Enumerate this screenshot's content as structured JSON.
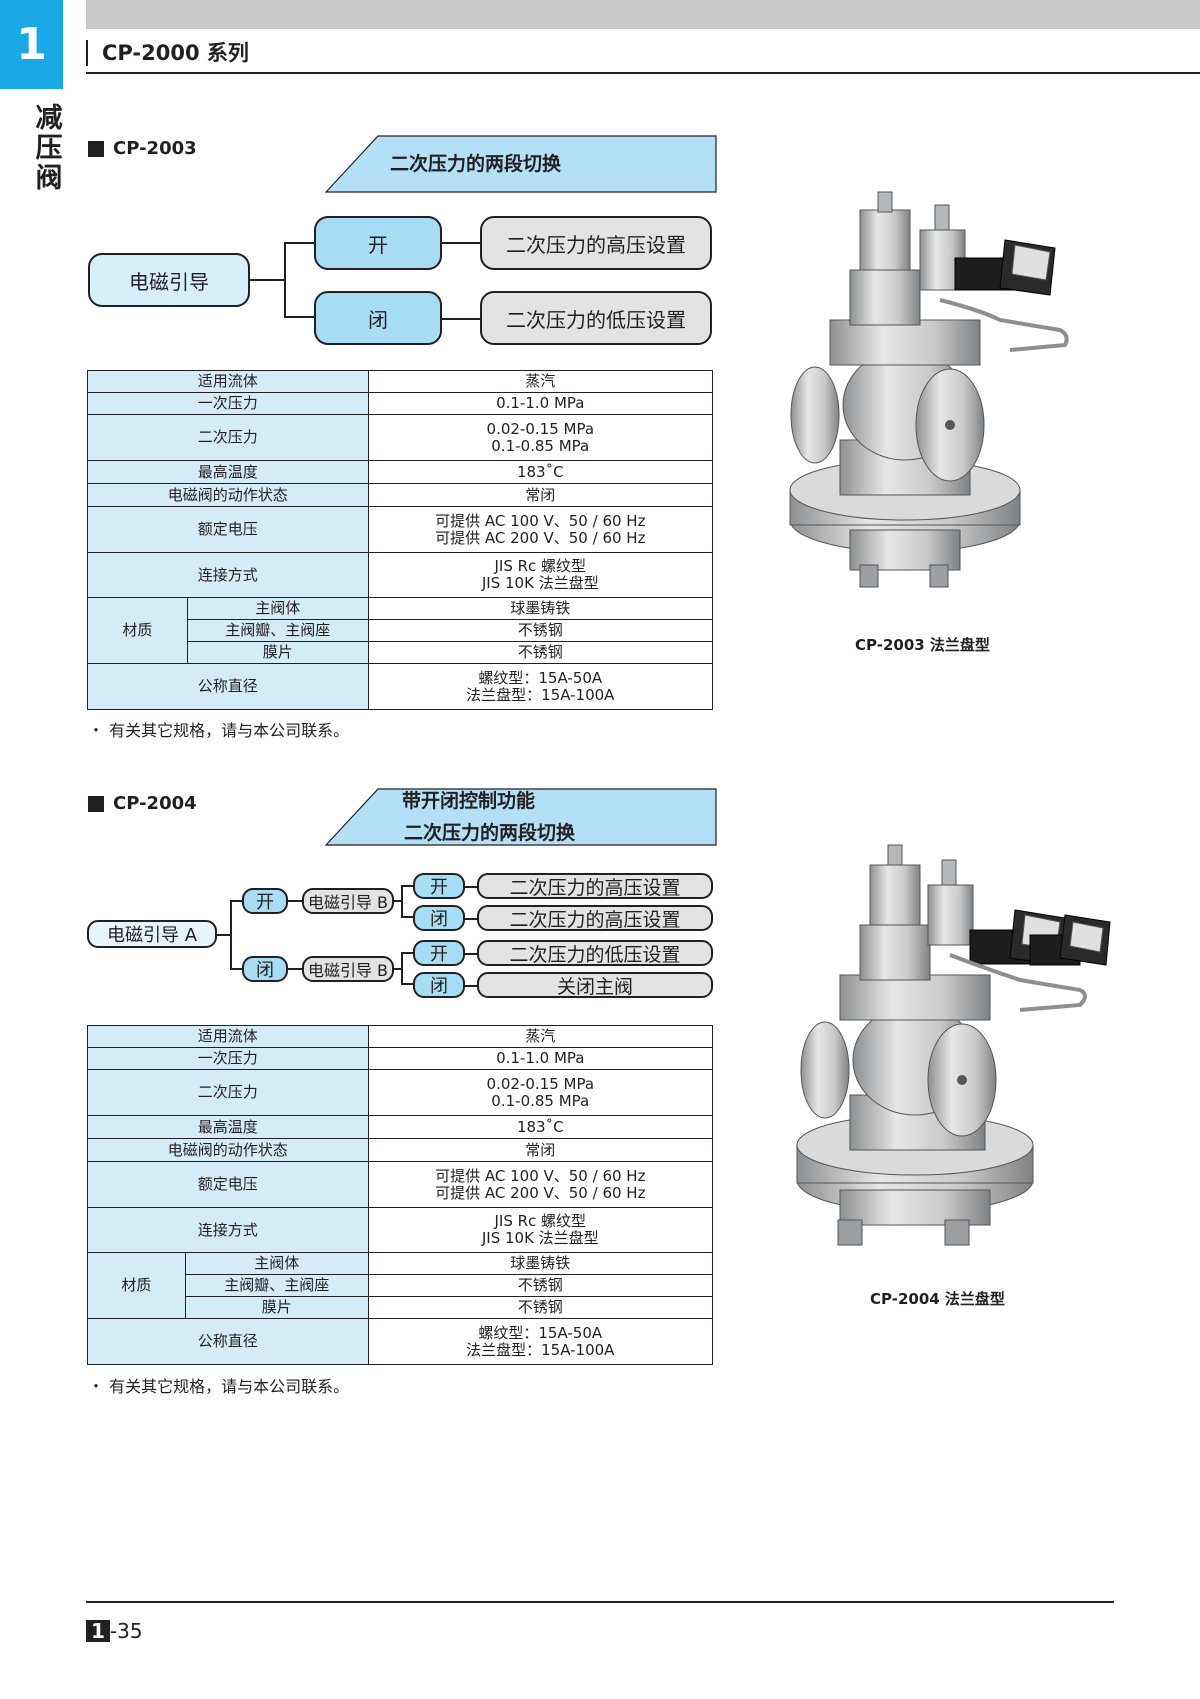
{
  "header": {
    "chapter_number": "1",
    "side_label": [
      "减",
      "压",
      "阀"
    ],
    "series_title": "CP-2000 系列"
  },
  "cp2003": {
    "model_name": "CP-2003",
    "function_title": "二次压力的两段切换",
    "diagram": {
      "source": "电磁引导",
      "open_label": "开",
      "close_label": "闭",
      "open_result": "二次压力的高压设置",
      "close_result": "二次压力的低压设置"
    },
    "specs": {
      "fluid_label": "适用流体",
      "fluid_value": "蒸汽",
      "primary_label": "一次压力",
      "primary_value": "0.1-1.0 MPa",
      "secondary_label": "二次压力",
      "secondary_value_1": "0.02-0.15 MPa",
      "secondary_value_2": "0.1-0.85 MPa",
      "temp_label": "最高温度",
      "temp_value": "183˚C",
      "solenoid_label": "电磁阀的动作状态",
      "solenoid_value": "常闭",
      "voltage_label": "额定电压",
      "voltage_value_1": "可提供 AC 100 V、50 / 60 Hz",
      "voltage_value_2": "可提供 AC 200 V、50 / 60 Hz",
      "connection_label": "连接方式",
      "connection_value_1": "JIS Rc 螺纹型",
      "connection_value_2": "JIS 10K 法兰盘型",
      "material_label": "材质",
      "body_label": "主阀体",
      "body_value": "球墨铸铁",
      "disc_label": "主阀瓣、主阀座",
      "disc_value": "不锈钢",
      "diaphragm_label": "膜片",
      "diaphragm_value": "不锈钢",
      "size_label": "公称直径",
      "size_value_1": "螺纹型：15A-50A",
      "size_value_2": "法兰盘型：15A-100A"
    },
    "note": "・ 有关其它规格，请与本公司联系。",
    "caption": "CP-2003 法兰盘型"
  },
  "cp2004": {
    "model_name": "CP-2004",
    "function_title_1": "带开闭控制功能",
    "function_title_2": "二次压力的两段切换",
    "diagram": {
      "source": "电磁引导 A",
      "open_label": "开",
      "close_label": "闭",
      "pilot_b_1": "电磁引导 B",
      "pilot_b_2": "电磁引导 B",
      "b1_open": "开",
      "b1_close": "闭",
      "b2_open": "开",
      "b2_close": "闭",
      "result_1": "二次压力的高压设置",
      "result_2": "二次压力的高压设置",
      "result_3": "二次压力的低压设置",
      "result_4": "关闭主阀"
    },
    "specs": {
      "fluid_label": "适用流体",
      "fluid_value": "蒸汽",
      "primary_label": "一次压力",
      "primary_value": "0.1-1.0 MPa",
      "secondary_label": "二次压力",
      "secondary_value_1": "0.02-0.15 MPa",
      "secondary_value_2": "0.1-0.85 MPa",
      "temp_label": "最高温度",
      "temp_value": "183˚C",
      "solenoid_label": "电磁阀的动作状态",
      "solenoid_value": "常闭",
      "voltage_label": "额定电压",
      "voltage_value_1": "可提供 AC 100 V、50 / 60 Hz",
      "voltage_value_2": "可提供 AC 200 V、50 / 60 Hz",
      "connection_label": "连接方式",
      "connection_value_1": "JIS Rc 螺纹型",
      "connection_value_2": "JIS 10K 法兰盘型",
      "material_label": "材质",
      "body_label": "主阀体",
      "body_value": "球墨铸铁",
      "disc_label": "主阀瓣、主阀座",
      "disc_value": "不锈钢",
      "diaphragm_label": "膜片",
      "diaphragm_value": "不锈钢",
      "size_label": "公称直径",
      "size_value_1": "螺纹型：15A-50A",
      "size_value_2": "法兰盘型：15A-100A"
    },
    "note": "・ 有关其它规格，请与本公司联系。",
    "caption": "CP-2004 法兰盘型"
  },
  "footer": {
    "chapter": "1",
    "page": "-35"
  }
}
